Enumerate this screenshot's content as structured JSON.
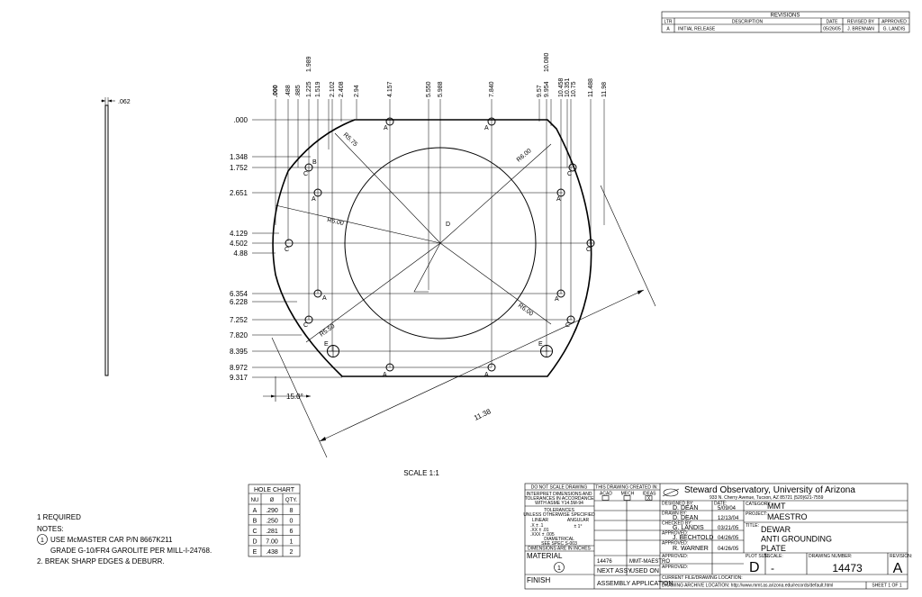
{
  "revisions": {
    "title": "REVISIONS",
    "headers": [
      "LTR",
      "DESCRIPTION",
      "DATE",
      "REVISED BY",
      "APPROVED"
    ],
    "rows": [
      [
        "A",
        "INITIAL RELEASE",
        "05/26/05",
        "J. BRENNAN",
        "G. LANDIS"
      ]
    ]
  },
  "thickness_dim": ".062",
  "top_dims": [
    ".000",
    ".488",
    ".885",
    "1.225",
    "1.519",
    "1.989",
    "2.102",
    "2.408",
    "2.94",
    "4.157",
    "5.550",
    "5.988",
    "7.840",
    "9.57",
    "9.954",
    "10.080",
    "10.458",
    "10.351",
    "10.75",
    "11.488",
    "11.98"
  ],
  "left_dims": [
    ".000",
    "1.348",
    "1.752",
    "2.651",
    "4.129",
    "4.502",
    "4.88",
    "6.354",
    "6.228",
    "7.252",
    "7.820",
    "8.395",
    "8.972",
    "9.317"
  ],
  "radius_labels": [
    "R5.75",
    "R6.00",
    "R6.00",
    "R6.00",
    "R5.50"
  ],
  "hole_letters": [
    "A",
    "A",
    "A",
    "A",
    "A",
    "A",
    "A",
    "A",
    "B",
    "C",
    "C",
    "C",
    "C",
    "C",
    "C",
    "D",
    "E",
    "E"
  ],
  "angle_dim": "15.0°",
  "diag_dim": "11.38",
  "scale": "SCALE 1:1",
  "hole_chart": {
    "title": "HOLE CHART",
    "headers": [
      "NU",
      "Ø",
      "QTY."
    ],
    "rows": [
      [
        "A",
        ".290",
        "8"
      ],
      [
        "B",
        ".250",
        "0"
      ],
      [
        "C",
        ".281",
        "6"
      ],
      [
        "D",
        "7.00",
        "1"
      ],
      [
        "E",
        ".438",
        "2"
      ]
    ]
  },
  "notes": {
    "required": "1 REQUIRED",
    "title": "NOTES:",
    "note1_num": "1",
    "note1_line1": "USE McMASTER CAR P/N 8667K211",
    "note1_line2": "GRADE G-10/FR4 GAROLITE PER MILL-I-24768.",
    "note2": "2. BREAK SHARP EDGES & DEBURR."
  },
  "title_block": {
    "do_not_scale": "DO NOT SCALE DRAWING",
    "interpret1": "INTERPRET DIMENSIONS AND",
    "interpret2": "TOLERANCES IN ACCORDANCE",
    "interpret3": "WITH ASME Y14.5M-94",
    "tolerances": "TOLERANCES",
    "unless": "UNLESS OTHERWISE SPECIFIED",
    "linear": "LINEAR",
    "angular": "ANGULAR",
    "tol_x": ".X  ± .1",
    "tol_xx": ".XX ± .01",
    "tol_xxx": ".XXX ± .005",
    "tol_ang": "± 1°",
    "diametrical": "DIAMETRICAL",
    "see_spec": "SEE SPEC S-003",
    "dim_inches": "DIMENSIONS ARE IN INCHES",
    "material_label": "MATERIAL",
    "material_note": "1",
    "finish_label": "FINISH",
    "created_in": "THIS DRAWING CREATED IN:",
    "cad1": "ACAD",
    "cad2": "MECH",
    "cad3": "IDEAS",
    "cad_mark": "X",
    "next_asst_num": "14476",
    "next_asst_name": "MMT-MAESTRO",
    "next_assy": "NEXT ASSY",
    "used_on": "USED ON",
    "assembly_app": "ASSEMBLY APPLICATION",
    "company": "Steward Observatory, University of Arizona",
    "address": "933 N. Cherry Avenue, Tucson, AZ  85721    (520)621-7559",
    "designed_by_label": "DESIGNED BY:",
    "designed_by": "D. DEAN",
    "date_label": "DATE:",
    "designed_date": "5/09/04",
    "category_label": "CATEGORY:",
    "category": "MMT",
    "drawn_label": "DRAWN BY:",
    "drawn_by": "D. DEAN",
    "drawn_date": "12/13/04",
    "project_label": "PROJECT:",
    "project": "MAESTRO",
    "checked_label": "CHECKED BY:",
    "checked_by": "G. LANDIS",
    "checked_date": "03/21/05",
    "title_label": "TITLE:",
    "title1": "DEWAR",
    "title2": "ANTI GROUNDING",
    "title3": "PLATE",
    "approved1_label": "APPROVED:",
    "approved1": "J. BECHTOLD",
    "approved1_date": "04/26/05",
    "approved2_label": "APPROVED:",
    "approved2": "R. WARNER",
    "approved2_date": "04/26/05",
    "approved3_label": "APPROVED:",
    "approved4_label": "APPROVED:",
    "plot_size_label": "PLOT SIZE",
    "plot_size": "D",
    "scale_label": "SCALE:",
    "scale_value": "-",
    "dwg_label": "DRAWING NUMBER:",
    "dwg_number": "14473",
    "rev_label": "REVISION:",
    "revision": "A",
    "current_loc": "CURRENT FILE/DRAWING LOCATION:",
    "archive_loc": "DRAWING ARCHIVE LOCATION: http://www.mmt.as.arizona.edu/records/default.html",
    "sheet": "SHEET 1 OF 1"
  }
}
